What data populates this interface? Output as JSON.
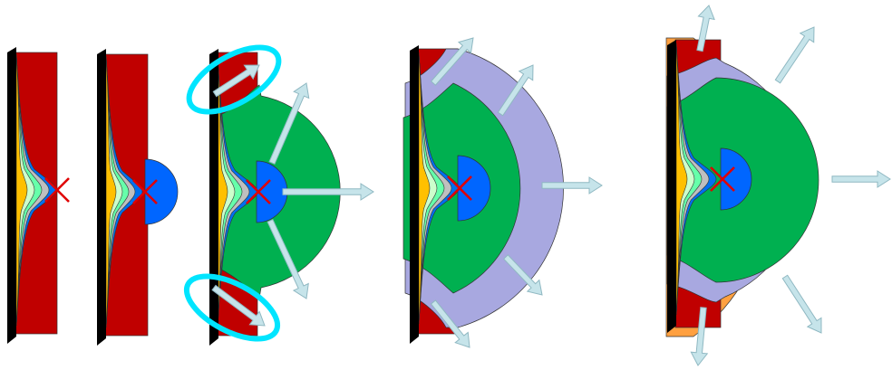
{
  "diagram": {
    "panels": [
      {
        "stage": 1,
        "center_marker": "x-mark",
        "dome_layers": [],
        "highlight_ellipses": 0,
        "arrows": 0
      },
      {
        "stage": 2,
        "center_marker": "x-mark",
        "dome_layers": [
          "blue"
        ],
        "highlight_ellipses": 0,
        "arrows": 0
      },
      {
        "stage": 3,
        "center_marker": "x-mark",
        "dome_layers": [
          "blue",
          "green"
        ],
        "highlight_ellipses": 2,
        "arrows": 5
      },
      {
        "stage": 4,
        "center_marker": "x-mark",
        "dome_layers": [
          "blue",
          "green",
          "lavender"
        ],
        "highlight_ellipses": 0,
        "arrows": 5
      },
      {
        "stage": 5,
        "center_marker": "x-mark",
        "dome_layers": [
          "blue",
          "green",
          "lavender",
          "orange"
        ],
        "highlight_ellipses": 0,
        "arrows": 5
      }
    ],
    "colors": {
      "slab_red": "#c00000",
      "wall_black": "#000000",
      "core_yellow": "#ffc000",
      "band_light_green": "#ccffcc",
      "band_mint": "#66ffaa",
      "band_gray": "#bfbfbf",
      "band_blue": "#0070f0",
      "dome_blue": "#0066ff",
      "dome_green": "#00b050",
      "dome_lavender": "#a8a8e0",
      "dome_orange": "#ffa040",
      "arrow_fill": "#c6e4ea",
      "arrow_stroke": "#8fb8c2",
      "highlight_cyan": "#00e5ff",
      "marker_red": "#e00000"
    }
  }
}
